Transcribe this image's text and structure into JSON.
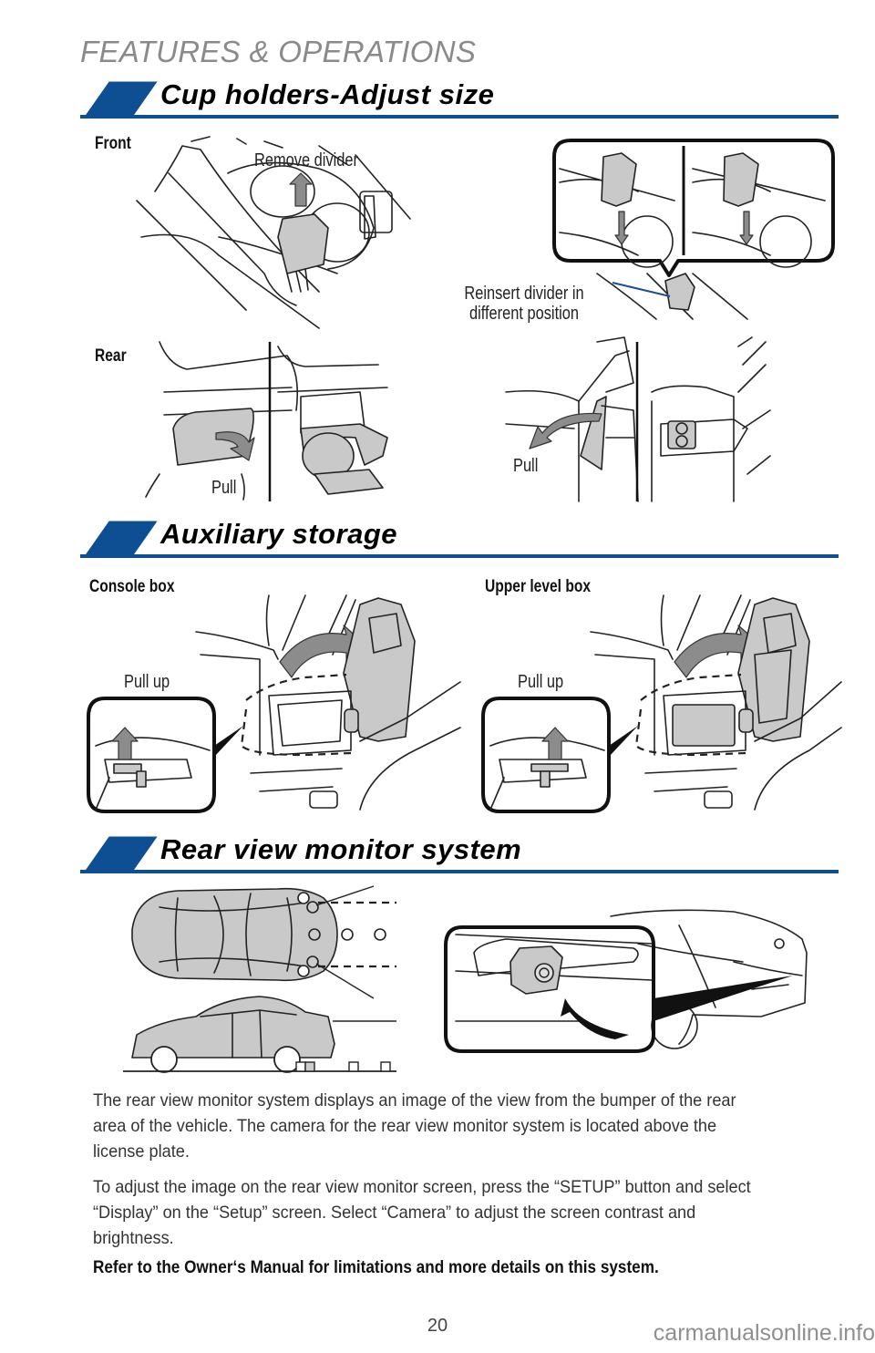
{
  "page": {
    "header": "FEATURES & OPERATIONS",
    "page_number": "20",
    "watermark": "carmanualsonline.info",
    "accent_color": "#0d4f92"
  },
  "sections": {
    "cup_holders": {
      "title": "Cup holders-Adjust size",
      "front_label": "Front",
      "rear_label": "Rear",
      "remove_divider": "Remove divider",
      "reinsert_line1": "Reinsert divider in",
      "reinsert_line2": "different position",
      "pull_left": "Pull",
      "pull_right": "Pull"
    },
    "aux_storage": {
      "title": "Auxiliary storage",
      "console_label": "Console box",
      "upper_label": "Upper level box",
      "pull_up_left": "Pull up",
      "pull_up_right": "Pull up"
    },
    "rear_view": {
      "title": "Rear view monitor system",
      "paragraph1": "The rear view monitor system displays an image of the view from the bumper of the rear area of the vehicle. The camera for the rear view monitor system is located above the license plate.",
      "paragraph2": "To adjust the image on the rear view monitor screen, press the “SETUP” button and select “Display” on the “Setup” screen.  Select “Camera” to adjust the screen contrast and brightness.",
      "note": "Refer to the Owner‘s Manual for limitations and more details on this system."
    }
  }
}
